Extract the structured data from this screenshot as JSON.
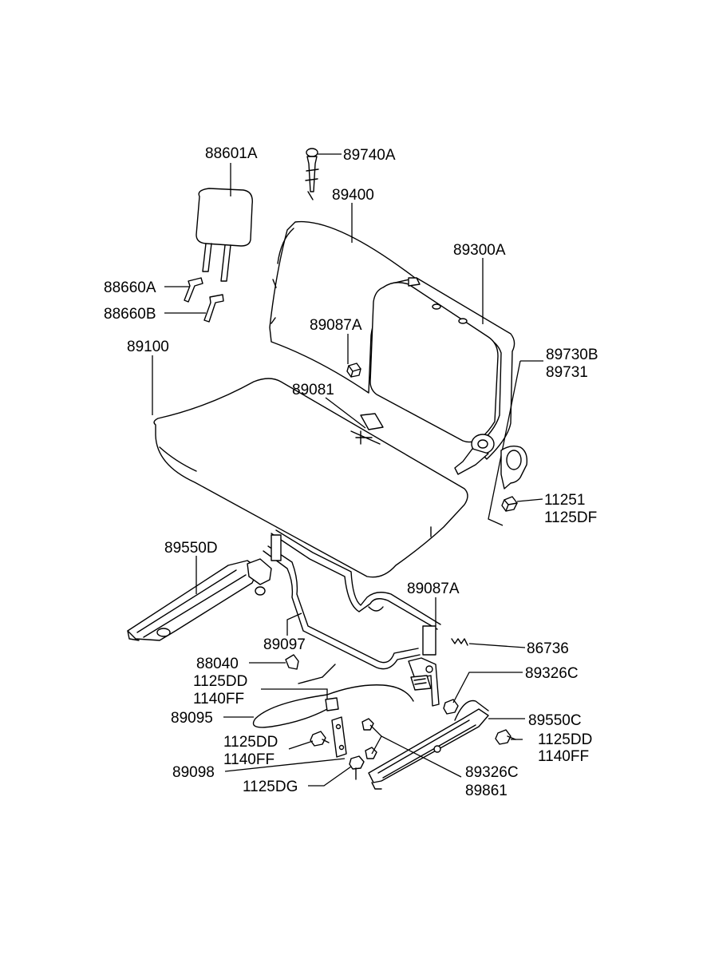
{
  "labels": {
    "l88601A": "88601A",
    "l89740A": "89740A",
    "l89400": "89400",
    "l89300A": "89300A",
    "l88660A": "88660A",
    "l88660B": "88660B",
    "l89087A_top": "89087A",
    "l89100": "89100",
    "l89730B": "89730B",
    "l89731": "89731",
    "l89081": "89081",
    "l11251": "11251",
    "l1125DF": "1125DF",
    "l89550D": "89550D",
    "l89087A_bottom": "89087A",
    "l89097": "89097",
    "l86736": "86736",
    "l88040": "88040",
    "l89326C_right": "89326C",
    "l1125DD_a": "1125DD",
    "l1140FF_a": "1140FF",
    "l89095": "89095",
    "l89550C": "89550C",
    "l1125DD_b": "1125DD",
    "l1140FF_b": "1140FF",
    "l1125DD_c": "1125DD",
    "l1140FF_c": "1140FF",
    "l89098": "89098",
    "l89326C_bottom": "89326C",
    "l89861": "89861",
    "l1125DG": "1125DG"
  }
}
